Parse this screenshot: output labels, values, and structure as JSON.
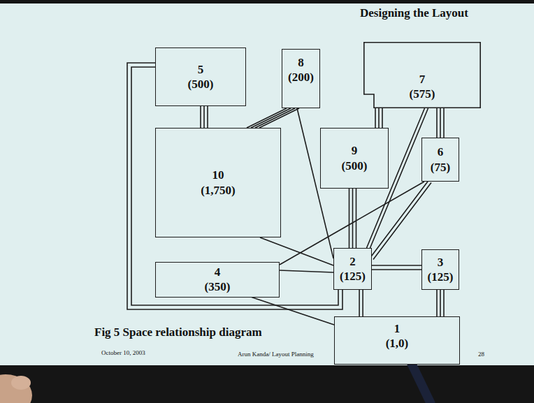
{
  "diagram": {
    "title": "Designing the Layout",
    "caption": "Fig 5 Space relationship diagram",
    "nodes": [
      {
        "text": [
          "5",
          "(500)"
        ]
      },
      {
        "text": [
          "8",
          "(200)"
        ]
      },
      {
        "text": [
          "7",
          "(575)"
        ]
      },
      {
        "text": [
          "10",
          "(1,750)"
        ]
      },
      {
        "text": [
          "9",
          "(500)"
        ]
      },
      {
        "text": [
          "6",
          "(75)"
        ]
      },
      {
        "text": [
          "4",
          "(350)"
        ]
      },
      {
        "text": [
          "2",
          "(125)"
        ]
      },
      {
        "text": [
          "3",
          "(125)"
        ]
      },
      {
        "text": [
          "1",
          "(1,0)"
        ]
      }
    ],
    "edges": [
      {
        "from": 0,
        "to": 3,
        "arrow": "none"
      },
      {
        "from": 1,
        "to": 3,
        "arrow": "none"
      },
      {
        "from": 1,
        "to": 7,
        "arrow": "none"
      },
      {
        "from": 2,
        "to": 4,
        "arrow": "none"
      },
      {
        "from": 2,
        "to": 5,
        "arrow": "none"
      },
      {
        "from": 2,
        "to": 7,
        "arrow": "none"
      },
      {
        "from": 5,
        "to": 7,
        "arrow": "none"
      },
      {
        "from": 5,
        "to": 6,
        "arrow": "none"
      },
      {
        "from": 4,
        "to": 7,
        "arrow": "none"
      },
      {
        "from": 3,
        "to": 7,
        "arrow": "none"
      },
      {
        "from": 6,
        "to": 7,
        "arrow": "none"
      },
      {
        "from": 7,
        "to": 8,
        "arrow": "none"
      },
      {
        "from": 7,
        "to": 9,
        "arrow": "none"
      },
      {
        "from": 8,
        "to": 9,
        "arrow": "none"
      },
      {
        "from": 6,
        "to": 9,
        "arrow": "none"
      },
      {
        "from": 0,
        "to": 7,
        "arrow": "none"
      }
    ],
    "labels": [
      "October 10, 2003",
      "Arun Kanda/ Layout Planning",
      "28"
    ]
  }
}
